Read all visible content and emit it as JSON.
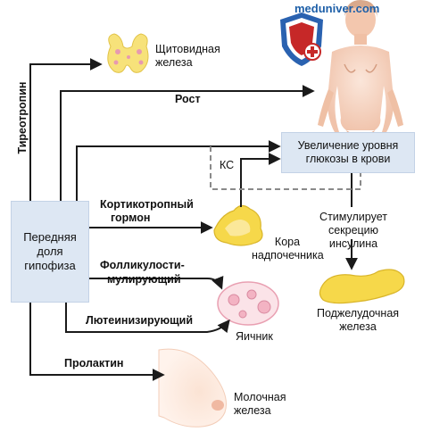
{
  "brand": {
    "site": "meduniver.com"
  },
  "pituitary": {
    "label": "Передняя доля гипофиза"
  },
  "glucose": {
    "label": "Увеличение уровня глюкозы в крови"
  },
  "organs": {
    "thyroid": "Щитовидная железа",
    "adrenal": "Кора надпочечника",
    "ovary": "Яичник",
    "mammary": "Молочная железа",
    "pancreas": "Поджелудочная железа"
  },
  "hormones": {
    "tsh": "Тиреотропин",
    "growth": "Рост",
    "acth_line1": "Кортикотропный",
    "acth_line2": "гормон",
    "fsh_line1": "Фолликулости-",
    "fsh_line2": "мулирующий",
    "lh": "Лютеинизирующий",
    "prolactin": "Пролактин"
  },
  "annotations": {
    "ks": "КС",
    "insulin": "Стимулирует секрецию инсулина"
  },
  "colors": {
    "box_fill": "#dde7f3",
    "arrow": "#1a1a1a",
    "dashed": "#8a8a8a",
    "gland_yellow": "#f6d84a",
    "ovary_pink": "#f4b8c4",
    "skin": "#f7d6c4"
  }
}
